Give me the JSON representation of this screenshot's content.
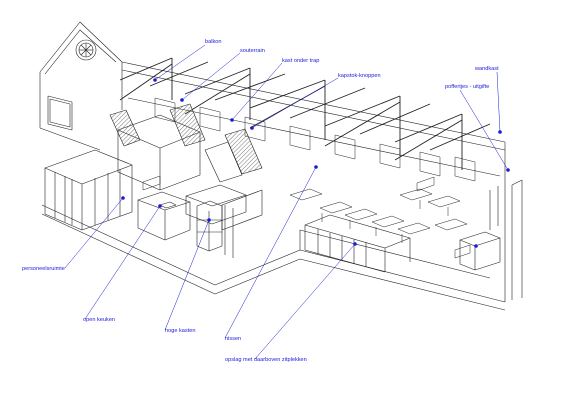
{
  "colors": {
    "annotation": "#1a1ad8",
    "linework": "#222222",
    "hatch": "#555555",
    "background": "#ffffff"
  },
  "labels": {
    "balkon": "balkon",
    "souterrain": "souterrain",
    "kast_onder_trap": "kast onder trap",
    "kapstok_knoppen": "kapstok-knoppen",
    "wandkast": "wandkast",
    "poffertjes_uitgifte": "poffertjes - uitgifte",
    "personeelsruimte": "personeelsruimte",
    "open_keuken": "open keuken",
    "hoge_kasten": "hoge kasten",
    "nissen": "nissen",
    "opslag": "opslag met daarboven zitplekken"
  }
}
